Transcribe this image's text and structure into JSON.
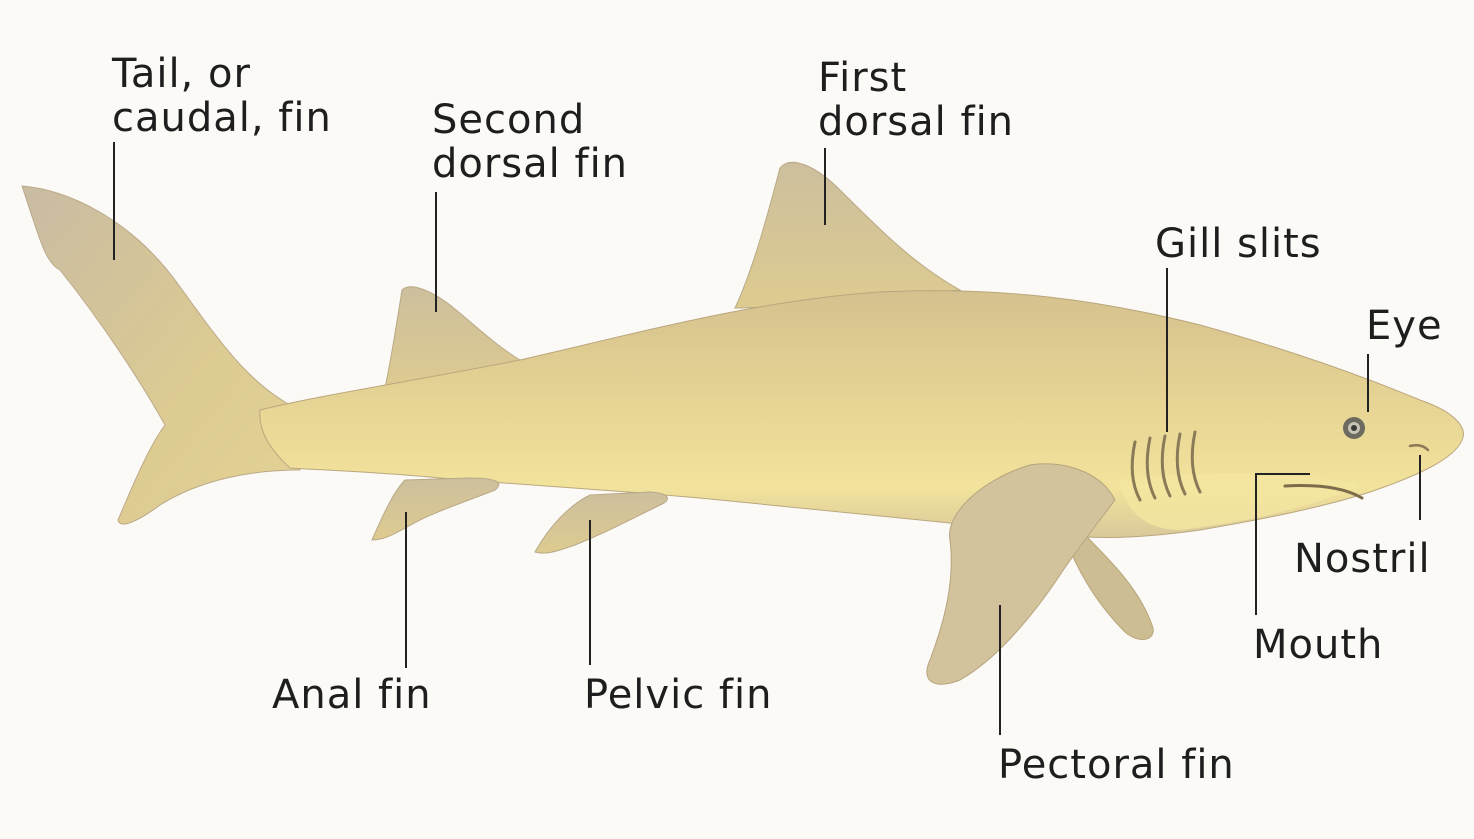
{
  "labels": {
    "tail": [
      "Tail, or",
      "caudal, fin"
    ],
    "second_dorsal": [
      "Second",
      "dorsal fin"
    ],
    "first_dorsal": [
      "First",
      "dorsal fin"
    ],
    "gill_slits": "Gill slits",
    "eye": "Eye",
    "nostril": "Nostril",
    "mouth": "Mouth",
    "anal_fin": "Anal fin",
    "pelvic_fin": "Pelvic fin",
    "pectoral_fin": "Pectoral fin"
  },
  "colors": {
    "background": "#fbfaf6",
    "body": "#e2cf8c",
    "belly": "#f0e19a",
    "fin": "#d8c695",
    "shadow": "#b8a880",
    "leader": "#222222"
  }
}
